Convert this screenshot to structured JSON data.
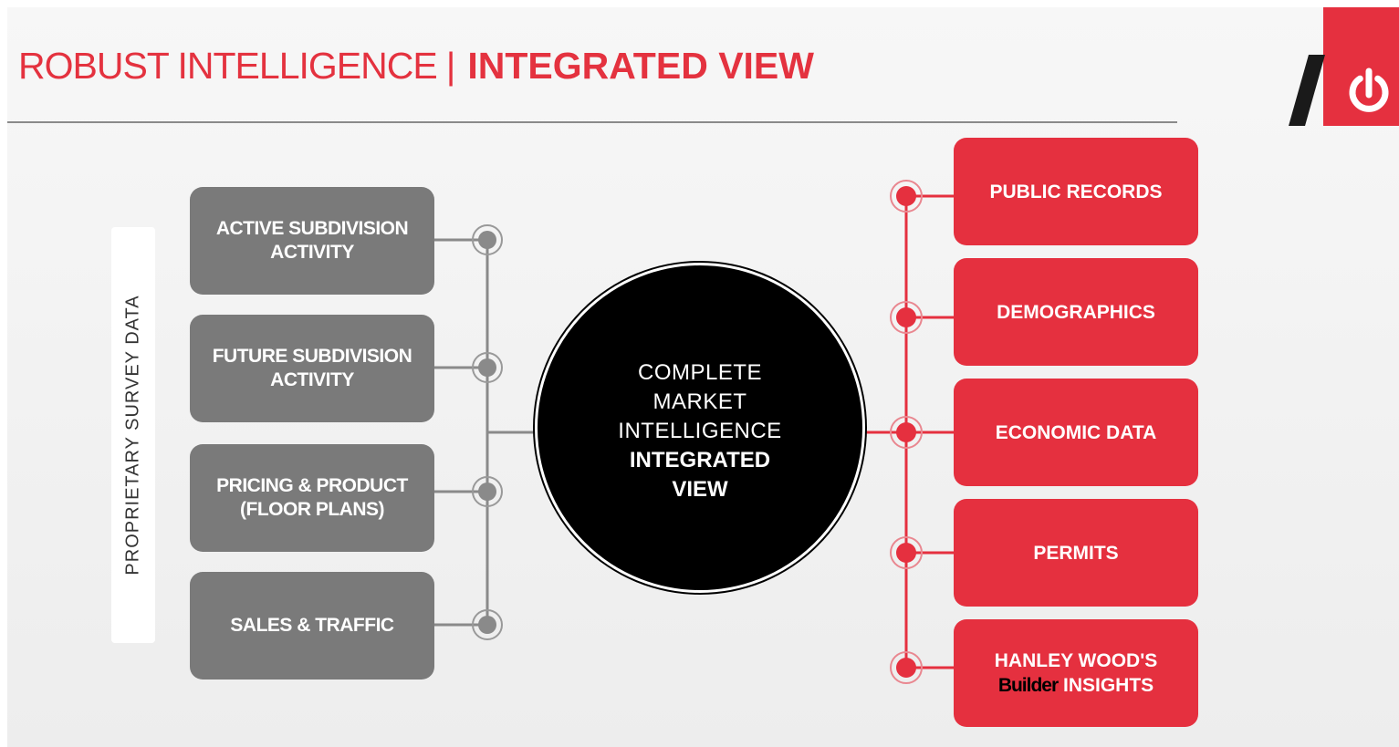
{
  "header": {
    "title_regular": "ROBUST INTELLIGENCE",
    "separator": "|",
    "title_bold": "INTEGRATED VIEW"
  },
  "side_label": "PROPRIETARY SURVEY DATA",
  "left_sources": [
    {
      "line1": "ACTIVE SUBDIVISION",
      "line2": "ACTIVITY"
    },
    {
      "line1": "FUTURE SUBDIVISION",
      "line2": "ACTIVITY"
    },
    {
      "line1": "PRICING & PRODUCT",
      "line2": "(FLOOR PLANS)"
    },
    {
      "line1": "SALES & TRAFFIC",
      "line2": ""
    }
  ],
  "center": {
    "line1": "COMPLETE",
    "line2": "MARKET",
    "line3": "INTELLIGENCE",
    "bold1": "INTEGRATED",
    "bold2": "VIEW"
  },
  "right_sources": [
    {
      "label": "PUBLIC RECORDS"
    },
    {
      "label": "DEMOGRAPHICS"
    },
    {
      "label": "ECONOMIC DATA"
    },
    {
      "label": "PERMITS"
    },
    {
      "line1": "HANLEY WOOD'S",
      "brand": "Builder",
      "line2_rest": " INSIGHTS"
    }
  ],
  "colors": {
    "accent_red": "#e5303f",
    "box_gray": "#7a7a7a",
    "hub_black": "#000000",
    "title_red": "#e4323f"
  },
  "icons": {
    "logo": "power-icon"
  }
}
